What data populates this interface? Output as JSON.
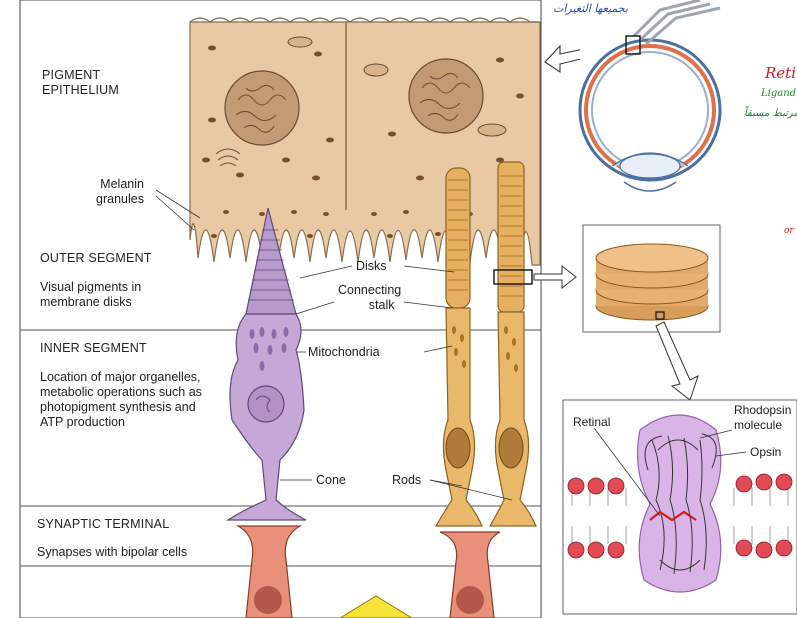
{
  "sections": {
    "pigment_line1": "PIGMENT",
    "pigment_line2": "EPITHELIUM",
    "outer": "OUTER SEGMENT",
    "outer_desc_1": "Visual pigments in",
    "outer_desc_2": "membrane disks",
    "inner": "INNER SEGMENT",
    "inner_desc_1": "Location of major organelles,",
    "inner_desc_2": "metabolic operations such as",
    "inner_desc_3": "photopigment synthesis and",
    "inner_desc_4": "ATP production",
    "synaptic": "SYNAPTIC TERMINAL",
    "synaptic_desc": "Synapses with bipolar cells"
  },
  "labels": {
    "melanin_1": "Melanin",
    "melanin_2": "granules",
    "disks": "Disks",
    "connecting_1": "Connecting",
    "connecting_2": "stalk",
    "mitochondria": "Mitochondria",
    "cone": "Cone",
    "rods": "Rods",
    "retinal": "Retinal",
    "rhodopsin_1": "Rhodopsin",
    "rhodopsin_2": "molecule",
    "opsin": "Opsin"
  },
  "handwriting": {
    "arabic_top": "بجميعها التغيرات",
    "retinal_note": "Retin",
    "ligand_note": "Ligand",
    "arabic_side": "مرتبط مسبقاً",
    "edge_note": "or"
  },
  "colors": {
    "pigment_cell": "#e8c9a4",
    "cone": "#c7a6d8",
    "rod": "#e9b86a",
    "synapse": "#e8907a",
    "membrane_head": "#e24a55",
    "rhodopsin_blob": "#d8b2e6",
    "handwriting_red": "#cc1f1f",
    "handwriting_green": "#1a8a2a",
    "handwriting_blue": "#1f4fbf"
  }
}
